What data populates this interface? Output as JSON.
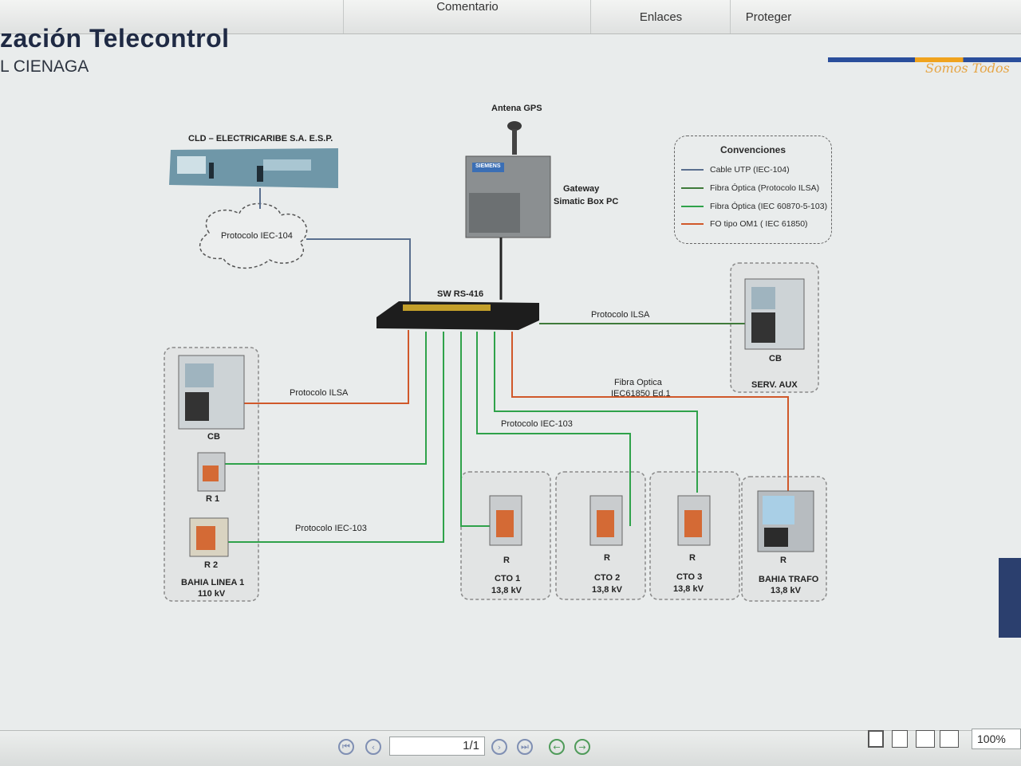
{
  "toolbar": {
    "tabs": [
      "Comentario",
      "Enlaces",
      "Proteger"
    ]
  },
  "document": {
    "title": "zación Telecontrol",
    "subtitle": "L CIENAGA",
    "slogan": "Somos Todos"
  },
  "diagram": {
    "cld_label": "CLD – ELECTRICARIBE S.A. E.S.P.",
    "cloud_label": "Protocolo IEC-104",
    "gps_label": "Antena GPS",
    "gateway_label_1": "Gateway",
    "gateway_label_2": "Simatic Box PC",
    "gateway_brand": "SIEMENS",
    "switch_label": "SW RS-416",
    "link_ilsa_aux": "Protocolo ILSA",
    "link_ilsa_cb": "Protocolo ILSA",
    "link_iec103_r2": "Protocolo IEC-103",
    "link_iec103_cto": "Protocolo IEC-103",
    "link_fibra_1": "Fibra Optica",
    "link_fibra_2": "IEC61850 Ed.1",
    "aux_cb": "CB",
    "aux_name": "SERV. AUX",
    "bay1_cb": "CB",
    "bay1_r1": "R 1",
    "bay1_r2": "R 2",
    "bay1_name": "BAHIA LINEA 1",
    "bay1_kv": "110 kV",
    "cto1_r": "R",
    "cto1_name": "CTO 1",
    "cto1_kv": "13,8 kV",
    "cto2_r": "R",
    "cto2_name": "CTO 2",
    "cto2_kv": "13,8 kV",
    "cto3_r": "R",
    "cto3_name": "CTO 3",
    "cto3_kv": "13,8 kV",
    "trafo_r": "R",
    "trafo_name": "BAHIA TRAFO",
    "trafo_kv": "13,8 kV"
  },
  "legend": {
    "title": "Convenciones",
    "items": [
      {
        "label": "Cable UTP (IEC-104)",
        "color": "#5a6f8f"
      },
      {
        "label": "Fibra Óptica (Protocolo ILSA)",
        "color": "#3f7a3a"
      },
      {
        "label": "Fibra Óptica (IEC 60870-5-103)",
        "color": "#2fa24a"
      },
      {
        "label": "FO  tipo OM1 ( IEC 61850)",
        "color": "#d0582a"
      }
    ]
  },
  "navigation": {
    "page": "1/1",
    "zoom": "100%"
  },
  "colors": {
    "utp": "#5a6f8f",
    "ilsa": "#3f7a3a",
    "iec103": "#2fa24a",
    "iec61850": "#d0582a"
  }
}
